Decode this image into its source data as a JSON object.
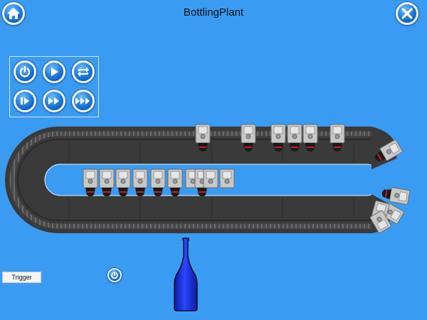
{
  "header": {
    "title": "BottlingPlant",
    "home_icon": "home-icon",
    "close_icon": "close-icon"
  },
  "controls": {
    "buttons": [
      {
        "name": "power-button",
        "icon": "power-icon"
      },
      {
        "name": "play-button",
        "icon": "play-icon"
      },
      {
        "name": "repeat-button",
        "icon": "repeat-icon"
      },
      {
        "name": "step-button",
        "icon": "step-icon"
      },
      {
        "name": "fast-forward-button",
        "icon": "fast-forward-icon"
      },
      {
        "name": "fastest-forward-button",
        "icon": "fastest-forward-icon"
      }
    ]
  },
  "trigger": {
    "label": "Trigger"
  },
  "colors": {
    "background": "#3a9bf2",
    "button_blue": "#1b74d8",
    "track_dark": "#3b3b3b",
    "bottle": "#1122cc"
  }
}
